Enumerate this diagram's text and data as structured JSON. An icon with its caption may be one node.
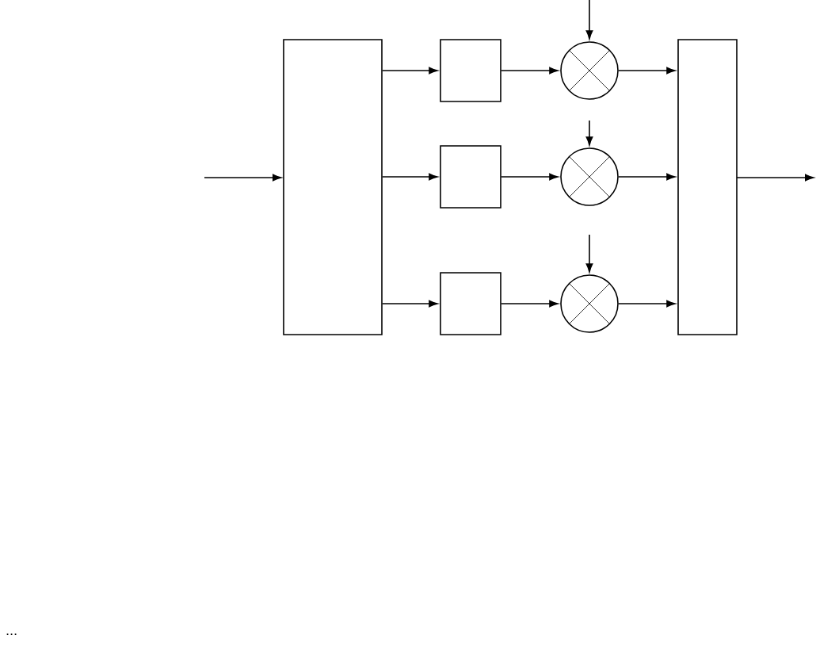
{
  "diagram": {
    "nodes": [
      {
        "text": [],
        "shape": "box"
      },
      {
        "text": [],
        "shape": "box"
      },
      {
        "text": [],
        "shape": "box"
      },
      {
        "text": [],
        "shape": "box"
      },
      {
        "text": [],
        "shape": "circle"
      },
      {
        "text": [],
        "shape": "circle"
      },
      {
        "text": [],
        "shape": "circle"
      },
      {
        "text": [],
        "shape": "box"
      }
    ],
    "edges": [
      {
        "from": null,
        "to": 0,
        "arrow": "to"
      },
      {
        "from": 0,
        "to": 1,
        "arrow": "to"
      },
      {
        "from": 0,
        "to": 2,
        "arrow": "to"
      },
      {
        "from": 0,
        "to": 3,
        "arrow": "to"
      },
      {
        "from": 1,
        "to": 4,
        "arrow": "to"
      },
      {
        "from": 2,
        "to": 5,
        "arrow": "to"
      },
      {
        "from": 3,
        "to": 6,
        "arrow": "to"
      },
      {
        "from": null,
        "to": 4,
        "arrow": "to"
      },
      {
        "from": null,
        "to": 5,
        "arrow": "to"
      },
      {
        "from": null,
        "to": 6,
        "arrow": "to"
      },
      {
        "from": 4,
        "to": 7,
        "arrow": "to"
      },
      {
        "from": 5,
        "to": 7,
        "arrow": "to"
      },
      {
        "from": 6,
        "to": 7,
        "arrow": "to"
      },
      {
        "from": 7,
        "to": null,
        "arrow": "to"
      }
    ],
    "labels": [
      "..."
    ]
  }
}
